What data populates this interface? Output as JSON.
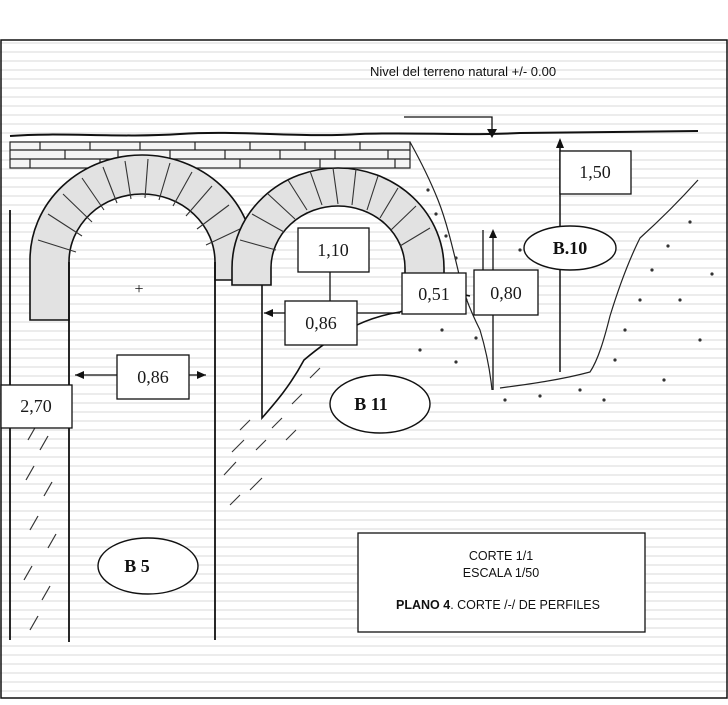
{
  "header": {
    "ground_level": "Nivel del terreno natural +/- 0.00"
  },
  "dimensions": {
    "d_1_50": "1,50",
    "d_1_10": "1,10",
    "d_0_51": "0,51",
    "d_0_80": "0,80",
    "d_0_86_upper": "0,86",
    "d_0_86_lower": "0,86",
    "d_2_70": "2,70"
  },
  "chambers": {
    "b10": "B.10",
    "b11": "B 11",
    "b5": "B 5"
  },
  "title_block": {
    "line1": "CORTE 1/1",
    "line2": "ESCALA 1/50",
    "line3_bold": "PLANO 4",
    "line3_rest": ". CORTE /-/ DE PERFILES"
  },
  "colors": {
    "ink": "#111111",
    "paper": "#ffffff",
    "scan_lines": "#e6e6e6"
  }
}
